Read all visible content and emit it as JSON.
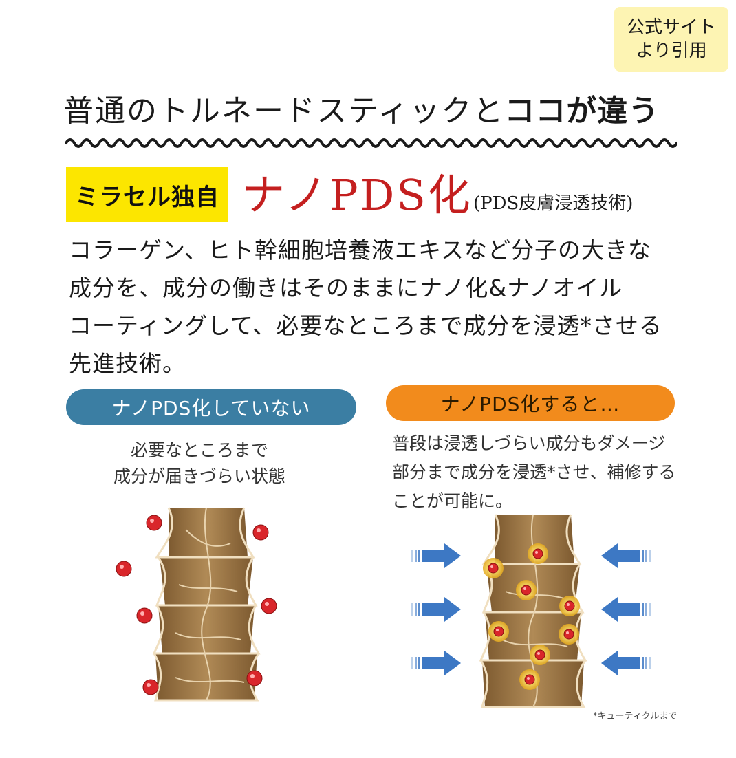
{
  "source_badge": {
    "line1": "公式サイト",
    "line2": "より引用"
  },
  "headline": {
    "normal": "普通のトルネードスティックと",
    "bold": "ココが違う"
  },
  "feature": {
    "label": "ミラセル独自",
    "title": "ナノPDS化",
    "subtitle": "(PDS皮膚浸透技術)"
  },
  "description": {
    "lines": [
      "コラーゲン、ヒト幹細胞培養液エキスなど分子の大きな",
      "成分を、成分の働きはそのままにナノ化&ナノオイル",
      "コーティングして、必要なところまで成分を浸透*させる",
      "先進技術。"
    ]
  },
  "comparison": {
    "without": {
      "label": "ナノPDS化していない",
      "caption_lines": [
        "必要なところまで",
        "成分が届きづらい状態"
      ]
    },
    "with": {
      "label": "ナノPDS化すると…",
      "caption_lines": [
        "普段は浸透しづらい成分もダメージ",
        "部分まで成分を浸透*させ、補修する",
        "ことが可能に。"
      ]
    }
  },
  "footnote": "*キューティクルまで",
  "colors": {
    "badge_bg": "#fdf4b3",
    "label_bg": "#fce600",
    "title_red": "#c41f1f",
    "pill_blue": "#3b7ea3",
    "pill_orange": "#f28b1c",
    "hair_brown": "#a07a4a",
    "particle_red": "#d9262b",
    "arrow_blue": "#3d78c4"
  }
}
